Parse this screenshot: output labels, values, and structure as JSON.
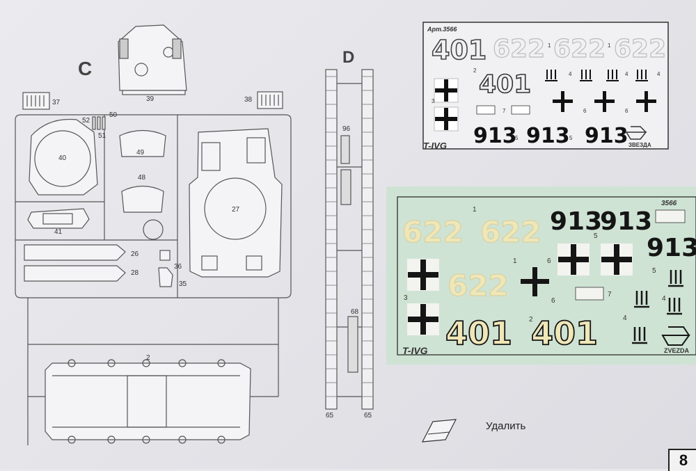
{
  "sprues": {
    "c": {
      "letter": "C",
      "parts": {
        "p37": "37",
        "p38": "38",
        "p39": "39",
        "p40": "40",
        "p41": "41",
        "p48": "48",
        "p49": "49",
        "p50": "50",
        "p51": "51",
        "p52": "52",
        "p26": "26",
        "p28": "28",
        "p27": "27",
        "p35": "35",
        "p36": "36",
        "p2": "2"
      }
    },
    "d": {
      "letter": "D",
      "parts": {
        "p96": "96",
        "p68": "68",
        "p65a": "65",
        "p65b": "65"
      }
    }
  },
  "decal_print": {
    "article": "Арт.3566",
    "model": "T-IVG",
    "brand": "ЗВЕЗДА",
    "n401a": "401",
    "n401b": "401",
    "n622a": "622",
    "n622b": "622",
    "n622c": "622",
    "n913a": "913",
    "n913b": "913",
    "n913c": "913",
    "idx": {
      "i1a": "1",
      "i1b": "1",
      "i2": "2",
      "i3": "3",
      "i4a": "4",
      "i4b": "4",
      "i4c": "4",
      "i5a": "5",
      "i5b": "5",
      "i6a": "6",
      "i6b": "6",
      "i7": "7"
    }
  },
  "decal_photo": {
    "article": "3566",
    "model": "T-IVG",
    "brand": "ZVEZDA",
    "n622a": "622",
    "n622b": "622",
    "n622c": "622",
    "n913a": "913",
    "n913b": "913",
    "n913c": "913",
    "n401a": "401",
    "n401b": "401",
    "idx": {
      "i1a": "1",
      "i1b": "1",
      "i2": "2",
      "i3": "3",
      "i4a": "4",
      "i4b": "4",
      "i5a": "5",
      "i5b": "5",
      "i6a": "6",
      "i6b": "6",
      "i7": "7"
    }
  },
  "legend": {
    "remove": "Удалить"
  },
  "page": {
    "number": "8"
  },
  "colors": {
    "line": "#555555",
    "decal_film": "#cfe3d4",
    "decal_cream": "#efe7b8",
    "decal_black": "#151515"
  }
}
